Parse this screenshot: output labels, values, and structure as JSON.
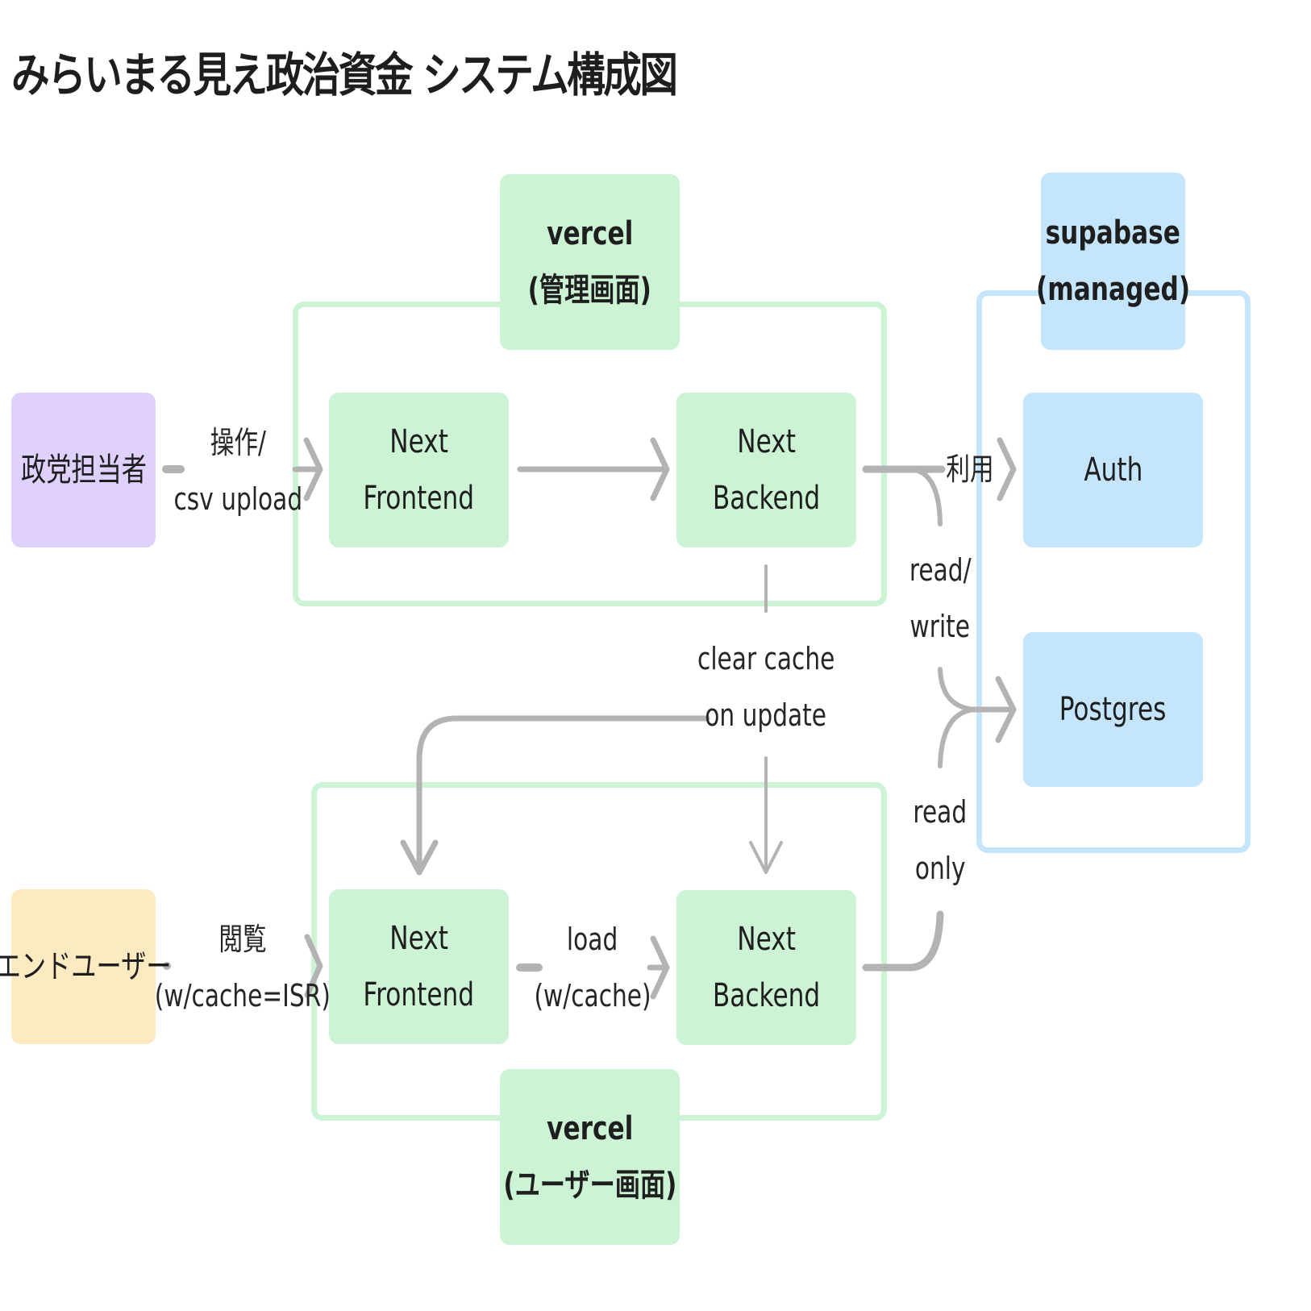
{
  "title": "みらいまる見え政治資金 システム構成図",
  "colors": {
    "vercel": "#cdf3d5",
    "supabase": "#c4e5fc",
    "party_user": "#e0d0fd",
    "end_user": "#feeac1",
    "connector": "#b3b3b3",
    "text": "#1e1e1e"
  },
  "groups": {
    "admin": {
      "line1": "vercel",
      "line2": "(管理画面)"
    },
    "user": {
      "line1": "vercel",
      "line2": "(ユーザー画面)"
    },
    "supabase": {
      "line1": "supabase",
      "line2": "(managed)"
    }
  },
  "actors": {
    "party_staff": "政党担当者",
    "end_user": "エンドユーザー"
  },
  "nodes": {
    "admin_frontend": {
      "line1": "Next",
      "line2": "Frontend"
    },
    "admin_backend": {
      "line1": "Next",
      "line2": "Backend"
    },
    "user_frontend": {
      "line1": "Next",
      "line2": "Frontend"
    },
    "user_backend": {
      "line1": "Next",
      "line2": "Backend"
    },
    "auth": "Auth",
    "postgres": "Postgres"
  },
  "edges": {
    "operate": {
      "line1": "操作/",
      "line2": "csv upload"
    },
    "use": "利用",
    "read_write": {
      "line1": "read/",
      "line2": "write"
    },
    "clear_cache": {
      "line1": "clear cache",
      "line2": "on update"
    },
    "read_only": {
      "line1": "read",
      "line2": "only"
    },
    "browse": {
      "line1": "閲覧",
      "line2": "(w/cache=ISR)"
    },
    "load": {
      "line1": "load",
      "line2": "(w/cache)"
    }
  }
}
